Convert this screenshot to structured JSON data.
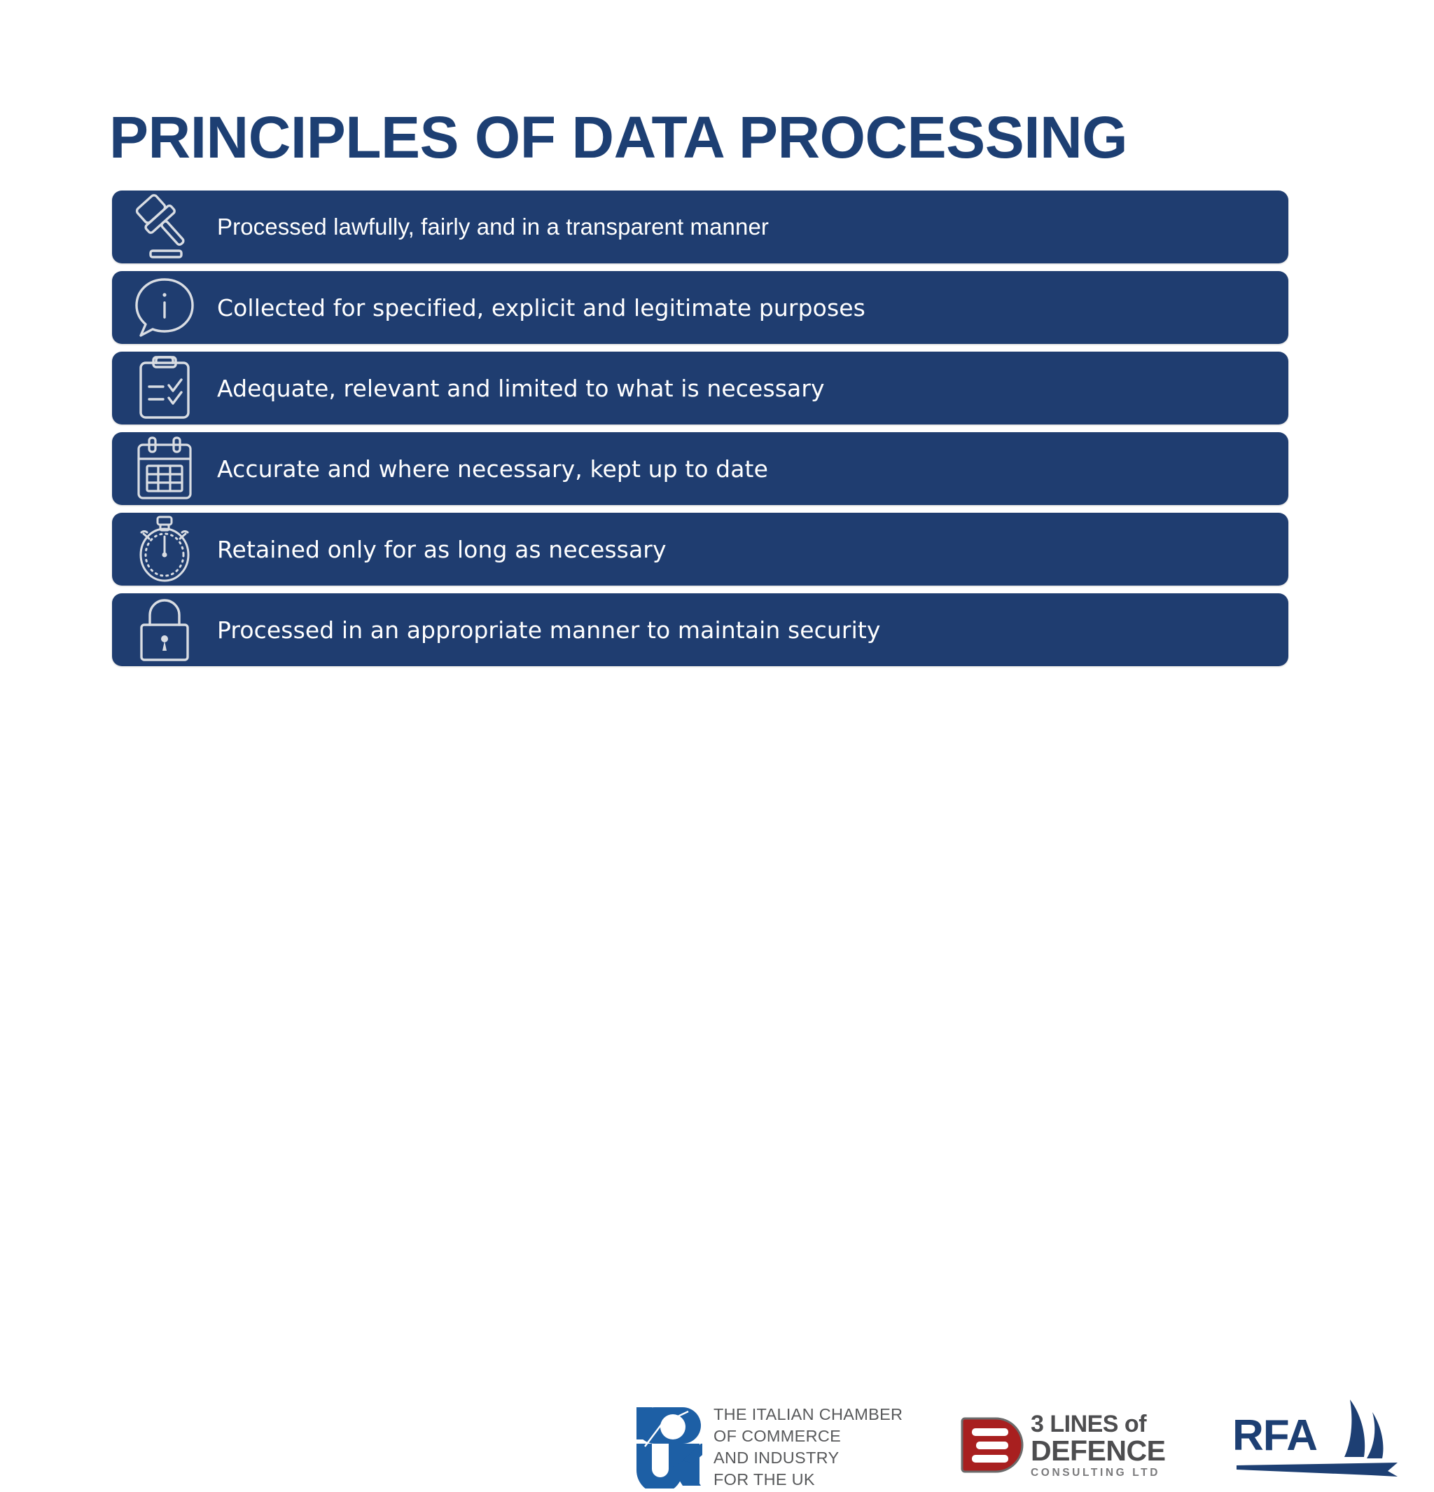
{
  "slide": {
    "title": "PRINCIPLES OF DATA PROCESSING",
    "background_color": "#ffffff",
    "title_color": "#1d3f73",
    "bar_color": "#1f3d70",
    "bar_text_color": "#ffffff"
  },
  "principles": [
    {
      "icon": "gavel-icon",
      "label": "Processed lawfully, fairly and in a transparent manner"
    },
    {
      "icon": "info-bubble-icon",
      "label": "Collected for specified, explicit and legitimate purposes"
    },
    {
      "icon": "clipboard-check-icon",
      "label": "Adequate, relevant and limited to what is necessary"
    },
    {
      "icon": "calendar-icon",
      "label": "Accurate and where necessary, kept up to date"
    },
    {
      "icon": "stopwatch-icon",
      "label": "Retained only for as long as necessary"
    },
    {
      "icon": "padlock-icon",
      "label": "Processed in an appropriate manner to maintain security"
    }
  ],
  "logos": {
    "italian_chamber": {
      "mark": "icc-ukr-monogram-icon",
      "line1": "THE ITALIAN CHAMBER",
      "line2": "OF COMMERCE",
      "line3": "AND INDUSTRY",
      "line4": "FOR THE UK",
      "mark_color": "#1d5fa5",
      "text_color": "#58595b"
    },
    "three_lines_of_defence": {
      "mark": "three-lines-e-icon",
      "line1": "3 LINES of",
      "line2": "DEFENCE",
      "line3": "CONSULTING LTD",
      "mark_color": "#a81f1f",
      "text_color": "#4d4d4f"
    },
    "rfa": {
      "mark": "sailboat-icon",
      "text": "RFA",
      "color": "#1d3f73"
    }
  }
}
